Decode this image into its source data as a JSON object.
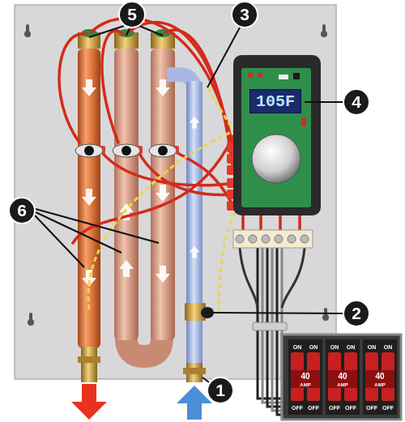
{
  "diagram": {
    "nodes": [
      {
        "text": [
          "5"
        ]
      },
      {
        "text": [
          "3"
        ]
      },
      {
        "text": [
          "105F"
        ]
      },
      {
        "text": [
          "4"
        ]
      },
      {
        "text": [
          "6"
        ]
      },
      {
        "text": [
          "2"
        ]
      },
      {
        "text": [
          "1"
        ]
      }
    ],
    "labels": [
      "ON",
      "ON",
      "ON",
      "ON",
      "ON",
      "ON",
      "40",
      "AMP",
      "40",
      "AMP",
      "40",
      "AMP",
      "OFF",
      "OFF",
      "OFF",
      "OFF",
      "OFF",
      "OFF"
    ]
  }
}
